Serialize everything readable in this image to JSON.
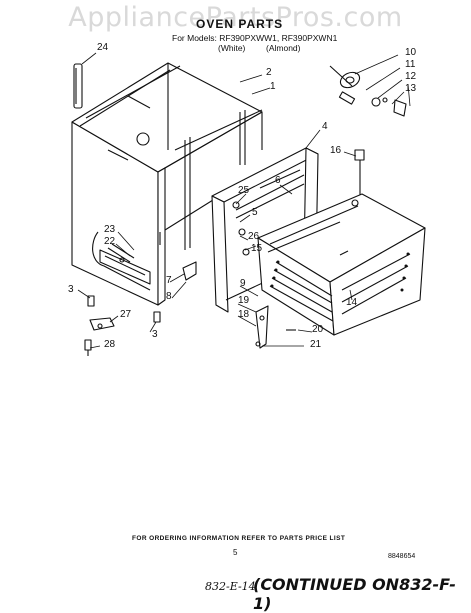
{
  "watermark": "AppliancePartsPros.com",
  "header": {
    "title": "OVEN PARTS",
    "models_line": "For Models: RF390PXWW1, RF390PXWN1",
    "variant_white": "(White)",
    "variant_almond": "(Almond)"
  },
  "callouts": [
    "24",
    "2",
    "1",
    "10",
    "11",
    "12",
    "13",
    "4",
    "16",
    "6",
    "25",
    "5",
    "23",
    "22",
    "15",
    "26",
    "7",
    "8",
    "9",
    "3",
    "27",
    "3",
    "28",
    "19",
    "18",
    "20",
    "21",
    "14"
  ],
  "footer": {
    "ordering_note": "FOR ORDERING INFORMATION REFER TO PARTS PRICE LIST",
    "page_number": "5",
    "doc_id": "8848654",
    "handwritten_ref": "832-E-14",
    "continued": "(CONTINUED ON832-F-1)"
  }
}
